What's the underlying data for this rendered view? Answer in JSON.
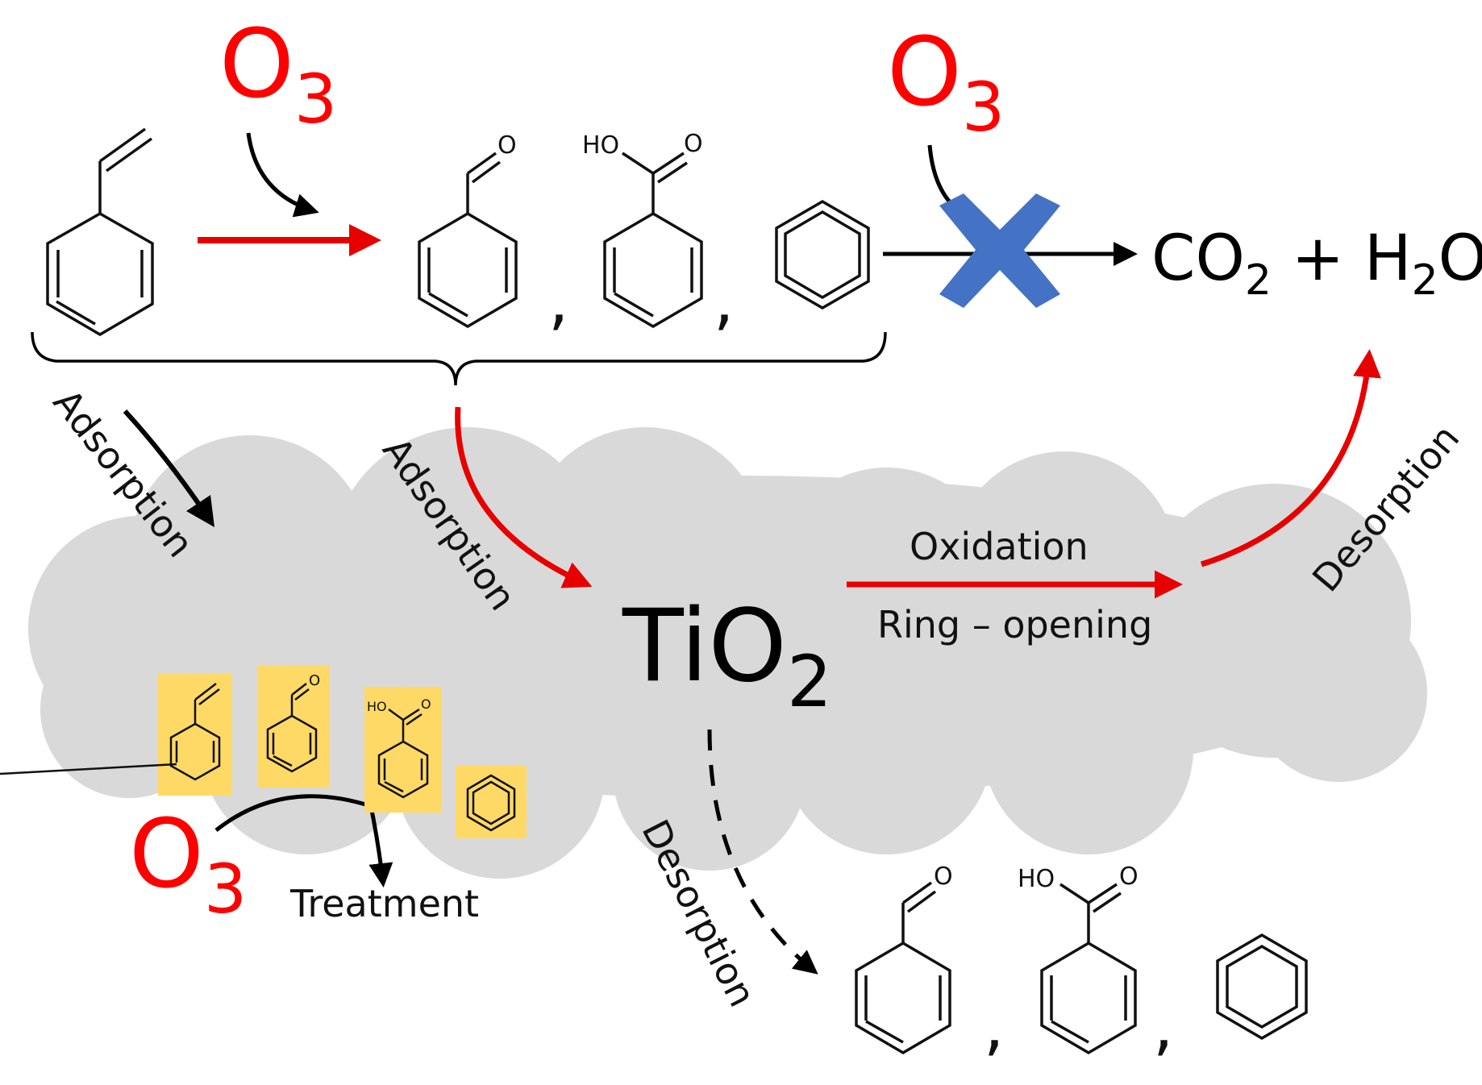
{
  "ozone": {
    "prefix": "O",
    "sub": "3"
  },
  "products": {
    "co2": "CO",
    "co2_sub": "2",
    "plus": "+",
    "h2o_h": "H",
    "h2o_sub": "2",
    "h2o_o": "O"
  },
  "catalyst": {
    "prefix": "TiO",
    "sub": "2"
  },
  "labels": {
    "adsorption_left": "Adsorption",
    "adsorption_center": "Adsorption",
    "desorption_right": "Desorption",
    "desorption_bottom": "Desorption",
    "oxidation": "Oxidation",
    "ring_opening": "Ring – opening",
    "treatment": "Treatment"
  },
  "molecule_labels": {
    "carbonyl_o": "O",
    "acid_ho": "HO",
    "acid_o": "O"
  },
  "separators": {
    "comma": ","
  },
  "colors": {
    "ozone": "#ff0000",
    "reaction_arrow": "#e60000",
    "blocked_cross": "#4472c4",
    "cloud": "#d9d9d9",
    "highlight": "#ffd966"
  },
  "icons": {
    "blocked": "blue-x-cross-icon"
  }
}
